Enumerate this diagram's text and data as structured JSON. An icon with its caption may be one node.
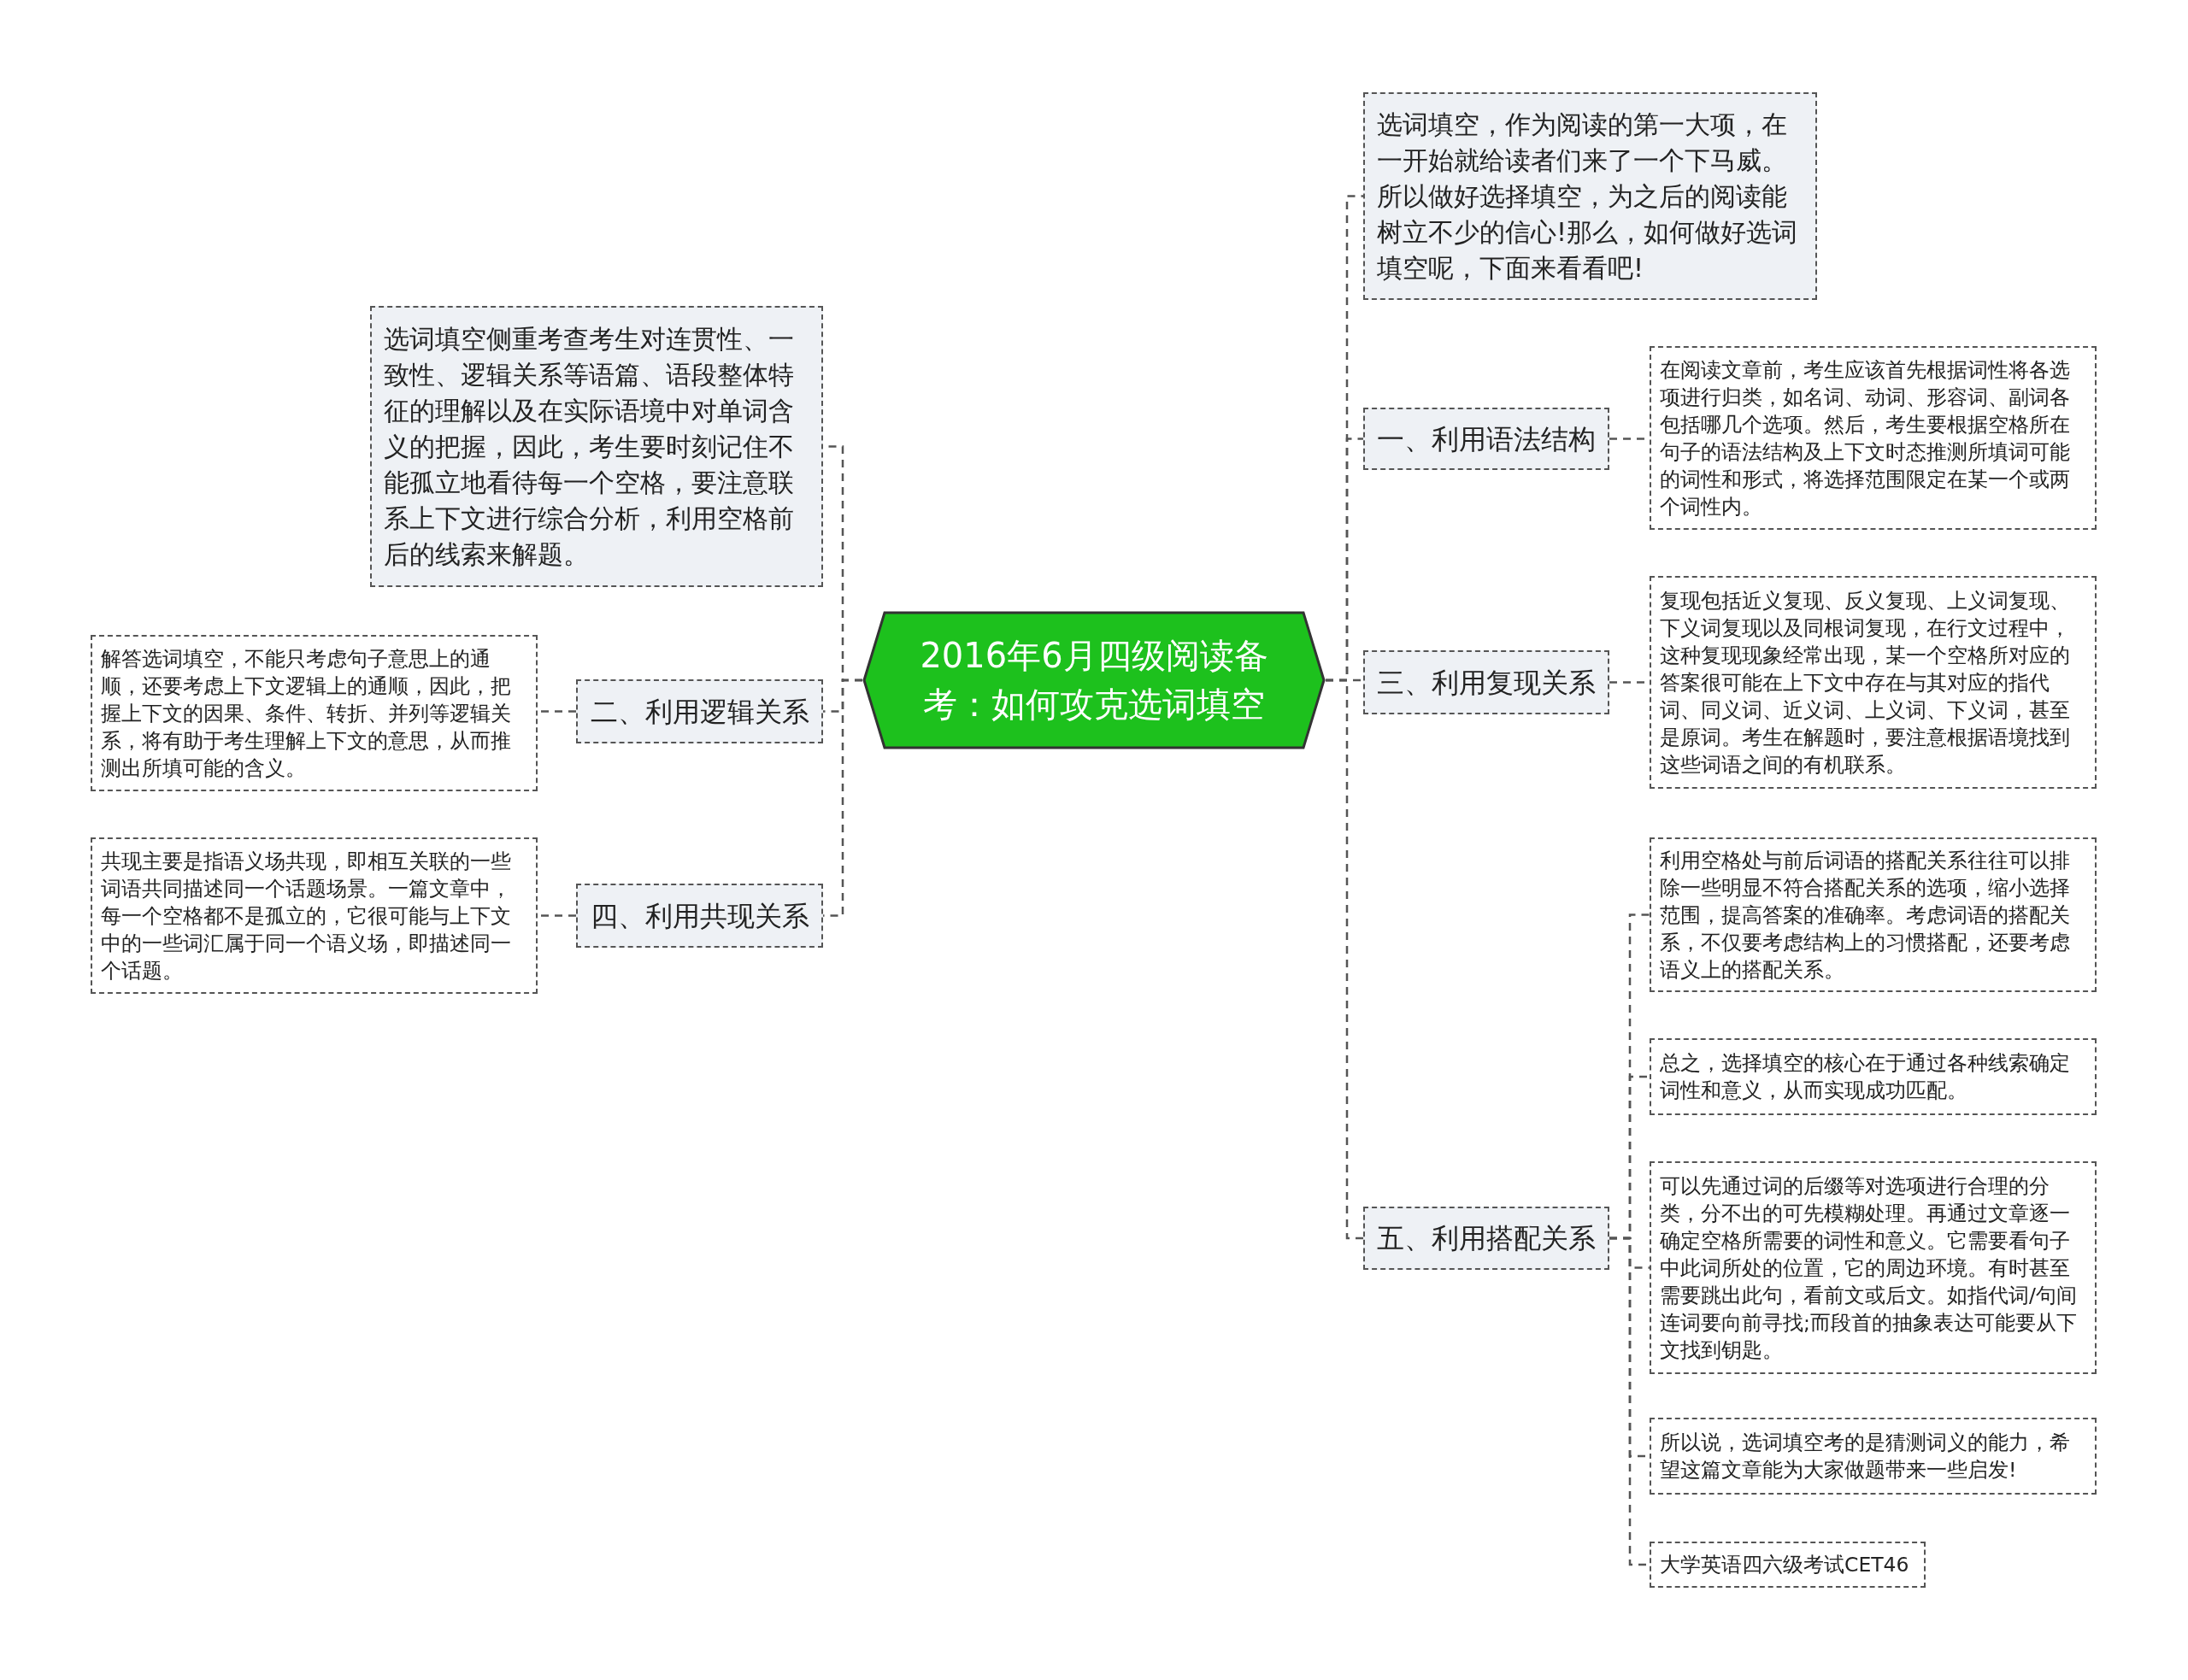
{
  "diagram": {
    "nodes": [
      {
        "text": [
          "2016年6月四级阅读备考：如何攻克选词填空"
        ]
      },
      {
        "text": [
          "选词填空，作为阅读的第一大项，在一开始就给读者们来了一个下马威。所以做好选择填空，为之后的阅读能树立不少的信心!那么，如何做好选词填空呢，下面来看看吧!"
        ]
      },
      {
        "text": [
          "一、利用语法结构"
        ]
      },
      {
        "text": [
          "在阅读文章前，考生应该首先根据词性将各选项进行归类，如名词、动词、形容词、副词各包括哪几个选项。然后，考生要根据空格所在句子的语法结构及上下文时态推测所填词可能的词性和形式，将选择范围限定在某一个或两个词性内。"
        ]
      },
      {
        "text": [
          "三、利用复现关系"
        ]
      },
      {
        "text": [
          "复现包括近义复现、反义复现、上义词复现、下义词复现以及同根词复现，在行文过程中，这种复现现象经常出现，某一个空格所对应的答案很可能在上下文中存在与其对应的指代词、同义词、近义词、上义词、下义词，甚至是原词。考生在解题时，要注意根据语境找到这些词语之间的有机联系。"
        ]
      },
      {
        "text": [
          "五、利用搭配关系"
        ]
      },
      {
        "text": [
          "利用空格处与前后词语的搭配关系往往可以排除一些明显不符合搭配关系的选项，缩小选择范围，提高答案的准确率。考虑词语的搭配关系，不仅要考虑结构上的习惯搭配，还要考虑语义上的搭配关系。"
        ]
      },
      {
        "text": [
          "总之，选择填空的核心在于通过各种线索确定词性和意义，从而实现成功匹配。"
        ]
      },
      {
        "text": [
          "可以先通过词的后缀等对选项进行合理的分类，分不出的可先模糊处理。再通过文章逐一确定空格所需要的词性和意义。它需要看句子中此词所处的位置，它的周边环境。有时甚至需要跳出此句，看前文或后文。如指代词/句间连词要向前寻找;而段首的抽象表达可能要从下文找到钥匙。"
        ]
      },
      {
        "text": [
          "所以说，选词填空考的是猜测词义的能力，希望这篇文章能为大家做题带来一些启发!"
        ]
      },
      {
        "text": [
          "大学英语四六级考试CET46"
        ]
      },
      {
        "text": [
          "选词填空侧重考查考生对连贯性、一致性、逻辑关系等语篇、语段整体特征的理解以及在实际语境中对单词含义的把握，因此，考生要时刻记住不能孤立地看待每一个空格，要注意联系上下文进行综合分析，利用空格前后的线索来解题。"
        ]
      },
      {
        "text": [
          "二、利用逻辑关系"
        ]
      },
      {
        "text": [
          "解答选词填空，不能只考虑句子意思上的通顺，还要考虑上下文逻辑上的通顺，因此，把握上下文的因果、条件、转折、并列等逻辑关系，将有助于考生理解上下文的意思，从而推测出所填可能的含义。"
        ]
      },
      {
        "text": [
          "四、利用共现关系"
        ]
      },
      {
        "text": [
          "共现主要是指语义场共现，即相互关联的一些词语共同描述同一个话题场景。一篇文章中，每一个空格都不是孤立的，它很可能与上下文中的一些词汇属于同一个语义场，即描述同一个话题。"
        ]
      }
    ],
    "edges": [
      {
        "from": 0,
        "to": 1,
        "arrow": "none"
      },
      {
        "from": 0,
        "to": 2,
        "arrow": "none"
      },
      {
        "from": 2,
        "to": 3,
        "arrow": "none"
      },
      {
        "from": 0,
        "to": 4,
        "arrow": "none"
      },
      {
        "from": 4,
        "to": 5,
        "arrow": "none"
      },
      {
        "from": 0,
        "to": 6,
        "arrow": "none"
      },
      {
        "from": 6,
        "to": 7,
        "arrow": "none"
      },
      {
        "from": 6,
        "to": 8,
        "arrow": "none"
      },
      {
        "from": 6,
        "to": 9,
        "arrow": "none"
      },
      {
        "from": 6,
        "to": 10,
        "arrow": "none"
      },
      {
        "from": 6,
        "to": 11,
        "arrow": "none"
      },
      {
        "from": 0,
        "to": 12,
        "arrow": "none"
      },
      {
        "from": 0,
        "to": 13,
        "arrow": "none"
      },
      {
        "from": 13,
        "to": 14,
        "arrow": "none"
      },
      {
        "from": 0,
        "to": 15,
        "arrow": "none"
      },
      {
        "from": 15,
        "to": 16,
        "arrow": "none"
      }
    ]
  }
}
